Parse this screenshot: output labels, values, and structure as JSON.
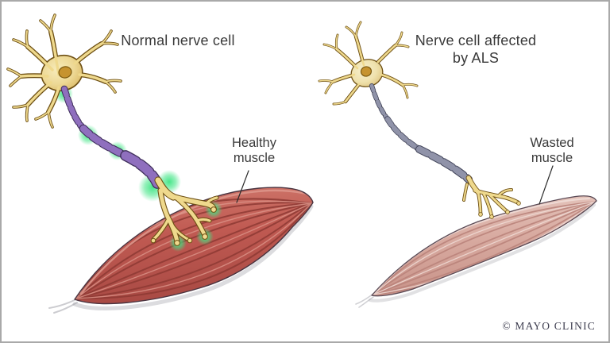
{
  "panels": {
    "left": {
      "title": "Normal nerve cell",
      "muscle_label_lines": [
        "Healthy",
        "muscle"
      ]
    },
    "right": {
      "title_lines": [
        "Nerve cell affected",
        "by ALS"
      ],
      "muscle_label_lines": [
        "Wasted",
        "muscle"
      ]
    }
  },
  "credit": "© MAYO CLINIC",
  "colors": {
    "background": "#FFFFFF",
    "frame_border": "#A9A9A9",
    "title_text": "#3A3A3A",
    "credit_text": "#3C3C4E",
    "leader_line": "#2B2B2B",
    "neuron_body": "#EDD894",
    "neuron_body_light": "#F7ECBC",
    "neuron_body_dark": "#D8B55E",
    "neuron_body_als": "#EFE2AE",
    "neuron_body_als_light": "#F7EFCC",
    "neuron_body_als_dark": "#DCC178",
    "neuron_outline": "#6E5014",
    "nucleus": "#C6932F",
    "nucleus_outline": "#7C5A10",
    "axon_fill": "#EFD98D",
    "myelin_normal": "#8F6FBE",
    "myelin_normal_outline": "#40305C",
    "myelin_als": "#9093A9",
    "myelin_als_outline": "#42455A",
    "glow_green": "#3FE584",
    "muscle_healthy_light": "#D07A6E",
    "muscle_healthy": "#C05A52",
    "muscle_healthy_deep": "#A94A44",
    "muscle_healthy_fiber": "#8E3A34",
    "muscle_healthy_highlight": "#DD958A",
    "muscle_healthy_outline": "#4A3440",
    "muscle_wasted_light": "#E8CCC4",
    "muscle_wasted": "#D9ACA2",
    "muscle_wasted_deep": "#C89288",
    "muscle_wasted_fiber": "#B9827A",
    "muscle_wasted_highlight": "#F0DCD6",
    "muscle_wasted_outline": "#5A4A55",
    "shadow": "#9B9BA3"
  }
}
